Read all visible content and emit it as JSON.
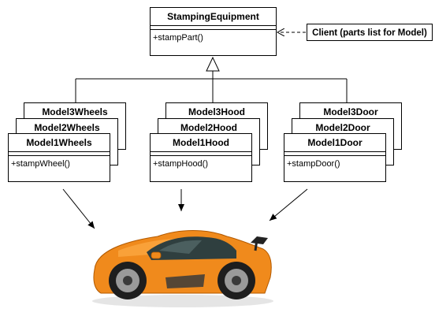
{
  "base_class": {
    "name": "StampingEquipment",
    "operation": "+stampPart()"
  },
  "client_note": {
    "text": "Client (parts list for Model)"
  },
  "groups": [
    {
      "back2": "Model3Wheels",
      "back1": "Model2Wheels",
      "front": "Model1Wheels",
      "operation": "+stampWheel()"
    },
    {
      "back2": "Model3Hood",
      "back1": "Model2Hood",
      "front": "Model1Hood",
      "operation": "+stampHood()"
    },
    {
      "back2": "Model3Door",
      "back1": "Model2Door",
      "front": "Model1Door",
      "operation": "+stampDoor()"
    }
  ],
  "car": {
    "icon": "sports-car-image",
    "body_color": "#f08a1c"
  }
}
